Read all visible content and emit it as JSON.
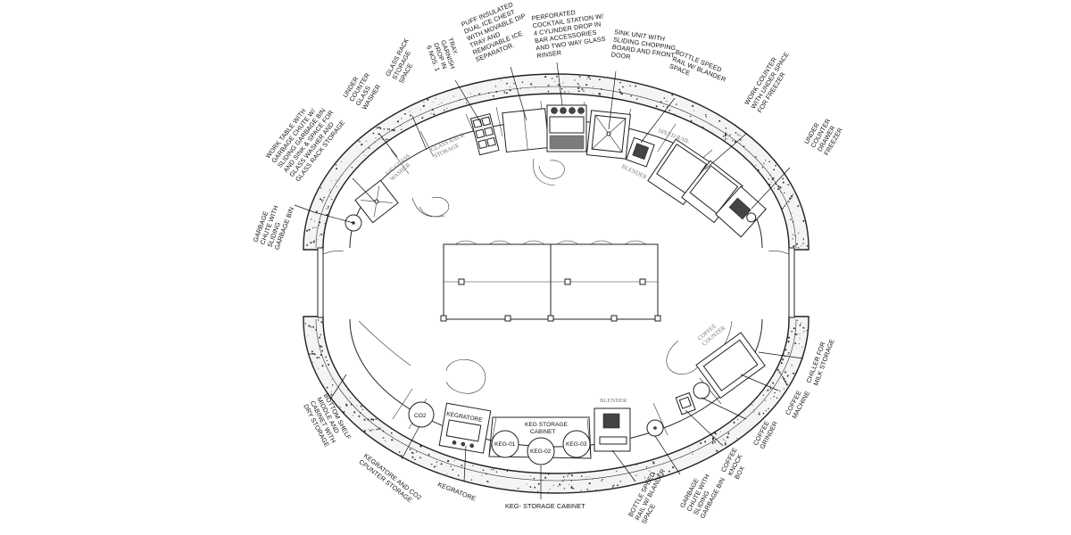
{
  "labels": {
    "garbage_chute_left": [
      "GARBAGE",
      "CHUTE WITH",
      "SLIDING",
      "GARBAGE BIN"
    ],
    "work_table": [
      "WORK TABLE WITH",
      "GARBAGE CHUTE W/",
      "SLIDING GARBAGE BIN",
      "AND SINK & SPACE FOR",
      "GLASS WASHER AND",
      "GLASS RACK STORAGE"
    ],
    "under_counter_glass_washer": [
      "UNDER",
      "COUNTER",
      "GLASS",
      "WASHER"
    ],
    "glass_rack_storage": [
      "GLASS RACK",
      "STORAGE",
      "SPACE"
    ],
    "garnish_tray": [
      "6 NOS. 1",
      "DROP IN",
      "GARNISH",
      "TRAY."
    ],
    "ice_chest": [
      "PUFF INSULATED",
      "DUAL ICE CHEST",
      "WITH MOVABLE DIP",
      "TRAY AND",
      "REMOVABLE ICE",
      "SEPARATOR."
    ],
    "cocktail_station": [
      "PERFORATED",
      "COCKTAIL STATION W/",
      "4 CYLINDER DROP IN",
      "BAR ACCESSORIES",
      "AND TWO WAY GLASS",
      "RINSER"
    ],
    "sink_unit": [
      "SINK UNIT WITH",
      "SLIDING CHOPPING",
      "BOARD AND FRONT",
      "DOOR"
    ],
    "bottle_speed_rail_top": [
      "BOTTLE SPEED",
      "RAIL W/ BLANDER",
      "SPACE"
    ],
    "work_counter": [
      "WORK COUNTER",
      "WITH UNDER SPACE",
      "FOR FREEZER"
    ],
    "under_counter_freezer": [
      "UNDER",
      "COUNTER",
      "DRAWER",
      "FREEZER"
    ],
    "dry_storage": [
      "DRY STORAGE",
      "CABINET WITH",
      "MIDDLE AND",
      "BOTTOM SHELF"
    ],
    "kegratore_co2": [
      "KEGRATORE AND CO2",
      "CPUNTER STORAGE"
    ],
    "kegratore": [
      "KEGRATORE"
    ],
    "keg_storage_cabinet_bottom": [
      "KEG- STORAGE CABINET"
    ],
    "bottle_speed_rail_bottom": [
      "BOTTLE SPEED",
      "RAIL W/ BLANDER",
      "SPACE"
    ],
    "garbage_chute_bottom": [
      "GARBAGE",
      "CHUTE WITH",
      "SLIDING",
      "GARBAGE BIN"
    ],
    "coffee_knock_box": [
      "COFFEE",
      "KNOCK",
      "BOX"
    ],
    "coffee_grinder": [
      "COFFEE",
      "GRINDER"
    ],
    "coffee_machine": [
      "COFFEE",
      "MACHINE"
    ],
    "chiller": [
      "CHILLER FOR",
      "MILK STORAGE"
    ]
  },
  "interior": {
    "uc_glass_washer": [
      "U/C GLASS",
      "WASHER"
    ],
    "glass_rack": [
      "GLASS RACK",
      "STORAGE"
    ],
    "co2": "CO2",
    "kegratore": "KEGRATORE",
    "keg_storage": [
      "KEG STORAGE",
      "CABINET"
    ],
    "keg_01": "KEG-01",
    "keg_02": "KEG-02",
    "keg_03": "KEG-03",
    "coffee_counter": [
      "COFFEE",
      "COUNTER"
    ]
  }
}
